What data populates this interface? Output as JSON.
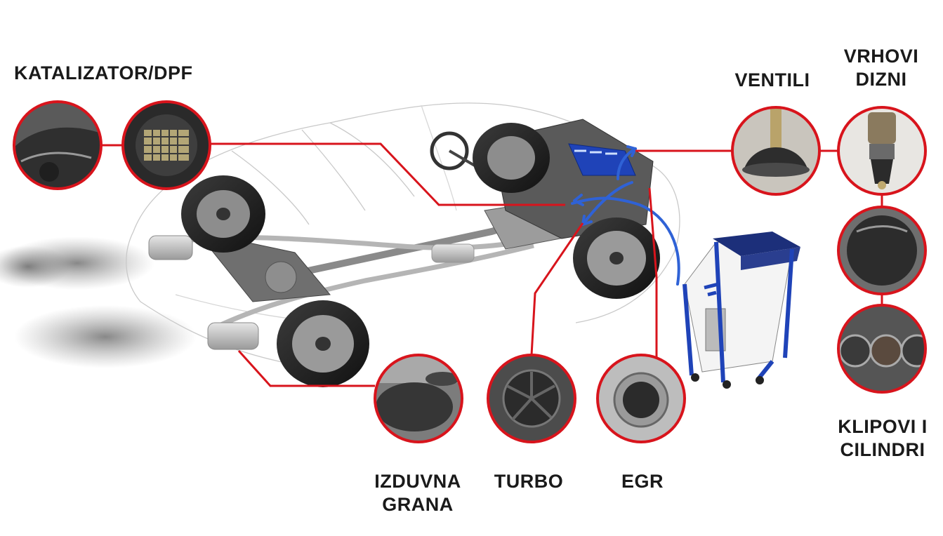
{
  "labels": {
    "katalizator": "KATALIZATOR/DPF",
    "ventili": "VENTILI",
    "vrhovi_line1": "VRHOVI",
    "vrhovi_line2": "DIZNI",
    "izduvna_line1": "IZDUVNA",
    "izduvna_line2": "GRANA",
    "turbo": "TURBO",
    "egr": "EGR",
    "klipovi_line1": "KLIPOVI I",
    "klipovi_line2": "CILINDRI"
  },
  "colors": {
    "callout_red": "#d8141c",
    "flow_blue": "#2f62d6",
    "machine_blue": "#1f43b8",
    "soot": "#2d2d2d",
    "text": "#1a1a1a"
  },
  "icons": {
    "car": "car-chassis-illustration",
    "machine": "hydrogen-cleaning-machine",
    "catalyst_photo": "catalyst-soot-photo",
    "dpf_photo": "dpf-filter-photo",
    "valve_photo": "valve-carbon-photo",
    "injector_photo": "injector-tip-photo",
    "piston_photo": "piston-carbon-photo",
    "cylinder_photo": "cylinder-block-photo",
    "exhaust_photo": "exhaust-smoke-photo",
    "turbo_photo": "turbo-carbon-photo",
    "egr_photo": "egr-valve-photo"
  }
}
